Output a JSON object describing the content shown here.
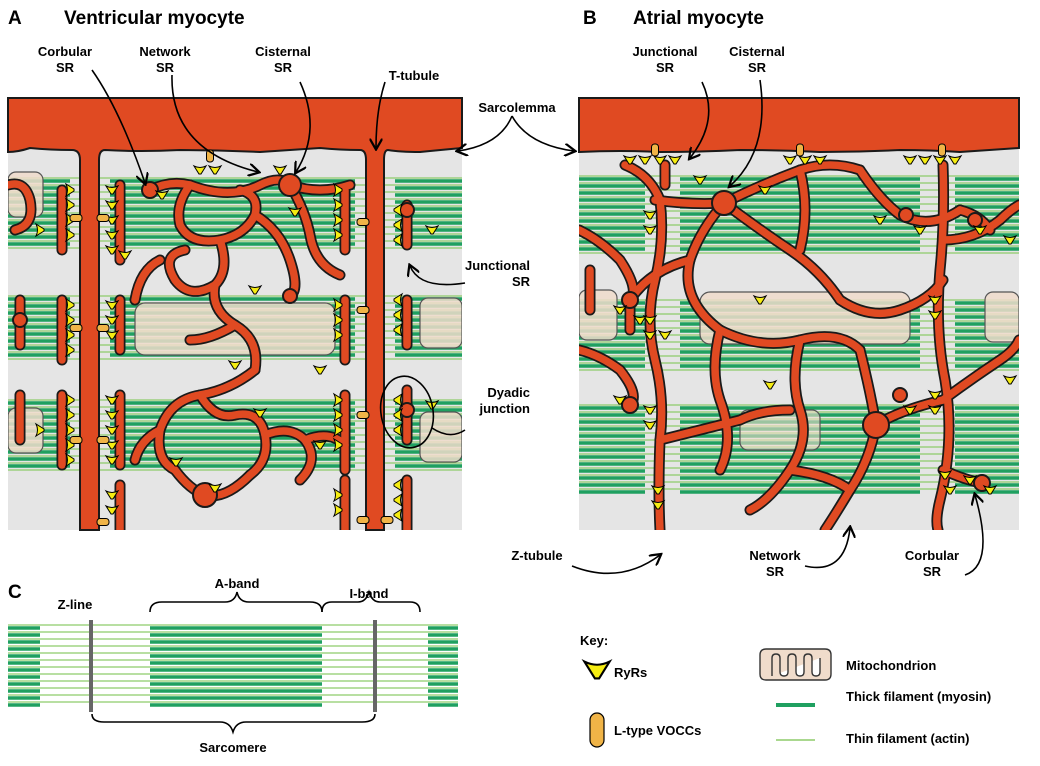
{
  "panels": {
    "a": {
      "letter": "A",
      "title": "Ventricular myocyte"
    },
    "b": {
      "letter": "B",
      "title": "Atrial myocyte"
    },
    "c": {
      "letter": "C"
    }
  },
  "labels": {
    "corbular_sr_a_1": "Corbular",
    "corbular_sr_a_2": "SR",
    "network_sr_a_1": "Network",
    "network_sr_a_2": "SR",
    "cisternal_sr_a_1": "Cisternal",
    "cisternal_sr_a_2": "SR",
    "t_tubule": "T-tubule",
    "sarcolemma": "Sarcolemma",
    "junctional_sr_a_1": "Junctional",
    "junctional_sr_a_2": "SR",
    "dyadic_1": "Dyadic",
    "dyadic_2": "junction",
    "junctional_sr_b_1": "Junctional",
    "junctional_sr_b_2": "SR",
    "cisternal_sr_b_1": "Cisternal",
    "cisternal_sr_b_2": "SR",
    "z_tubule": "Z-tubule",
    "network_sr_b_1": "Network",
    "network_sr_b_2": "SR",
    "corbular_sr_b_1": "Corbular",
    "corbular_sr_b_2": "SR",
    "z_line": "Z-line",
    "a_band": "A-band",
    "i_band": "I-band",
    "sarcomere": "Sarcomere"
  },
  "key": {
    "title": "Key:",
    "ryr": "RyRs",
    "voccs": "L-type VOCCs",
    "mito": "Mitochondrion",
    "thick": "Thick filament (myosin)",
    "thin": "Thin filament (actin)"
  },
  "colors": {
    "sarcolemma": "#e04a22",
    "sr_outline": "#1a1a1a",
    "cytoplasm": "#e5e5e5",
    "thick_filament": "#1fa060",
    "thin_filament": "#8dcc6a",
    "z_line": "#666666",
    "ryr": "#f5ec12",
    "vocc": "#f0b447",
    "mitochondrion": "#f0dccb"
  }
}
